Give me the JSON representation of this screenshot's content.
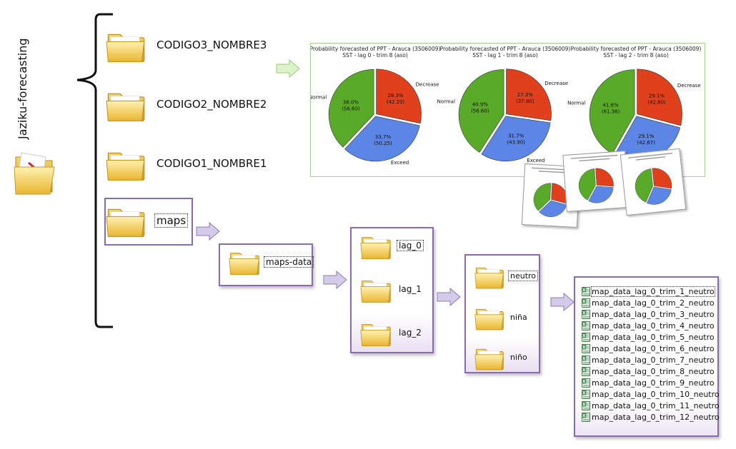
{
  "project_title": "Jaziku-forecasting",
  "folders": [
    "CODIGO3_NOMBRE3",
    "CODIGO2_NOMBRE2",
    "CODIGO1_NOMBRE1",
    "maps"
  ],
  "maps_sub": "maps-data",
  "lags": [
    "lag_0",
    "lag_1",
    "lag_2"
  ],
  "phases": [
    "neutro",
    "niña",
    "niño"
  ],
  "files": [
    "map_data_lag_0_trim_1_neutro",
    "map_data_lag_0_trim_2_neutro",
    "map_data_lag_0_trim_3_neutro",
    "map_data_lag_0_trim_4_neutro",
    "map_data_lag_0_trim_5_neutro",
    "map_data_lag_0_trim_6_neutro",
    "map_data_lag_0_trim_7_neutro",
    "map_data_lag_0_trim_8_neutro",
    "map_data_lag_0_trim_9_neutro",
    "map_data_lag_0_trim_10_neutro",
    "map_data_lag_0_trim_11_neutro",
    "map_data_lag_0_trim_12_neutro"
  ],
  "colors": {
    "decrease": "#e0401c",
    "normal": "#5aaa2a",
    "exceed": "#5b86e6",
    "folder": "#f3c44a",
    "border": "#8a6ab0",
    "arrow": "#c9bde3",
    "chart_panel_border": "#a9d18e",
    "green_arrow": "#d7efc2"
  },
  "chart_data": [
    {
      "type": "pie",
      "title": "Probability forecasted of PPT - Arauca (3506009)",
      "subtitle": "SST - lag 0 - trim 8 (aso)",
      "categories": [
        "Decrease",
        "Exceed",
        "Normal"
      ],
      "values": [
        28.3,
        33.7,
        38.0
      ],
      "value_labels": [
        "28.3%",
        "33.7%",
        "38.0%"
      ],
      "secondary_labels": [
        "(42.20)",
        "(50.25)",
        "(56.60)"
      ]
    },
    {
      "type": "pie",
      "title": "Probability forecasted of PPT - Arauca (3506009)",
      "subtitle": "SST - lag 1 - trim 8 (aso)",
      "categories": [
        "Decrease",
        "Exceed",
        "Normal"
      ],
      "values": [
        27.3,
        31.7,
        40.9
      ],
      "value_labels": [
        "27.3%",
        "31.7%",
        "40.9%"
      ],
      "secondary_labels": [
        "(37.80)",
        "(43.90)",
        "(56.60)"
      ]
    },
    {
      "type": "pie",
      "title": "Probability forecasted of PPT - Arauca (3506009)",
      "subtitle": "SST - lag 2 - trim 8 (aso)",
      "categories": [
        "Decrease",
        "Exceed",
        "Normal"
      ],
      "values": [
        29.1,
        29.1,
        41.8
      ],
      "value_labels": [
        "29.1%",
        "29.1%",
        "41.8%"
      ],
      "secondary_labels": [
        "(42.80)",
        "(42.67)",
        "(61.36)"
      ]
    }
  ]
}
